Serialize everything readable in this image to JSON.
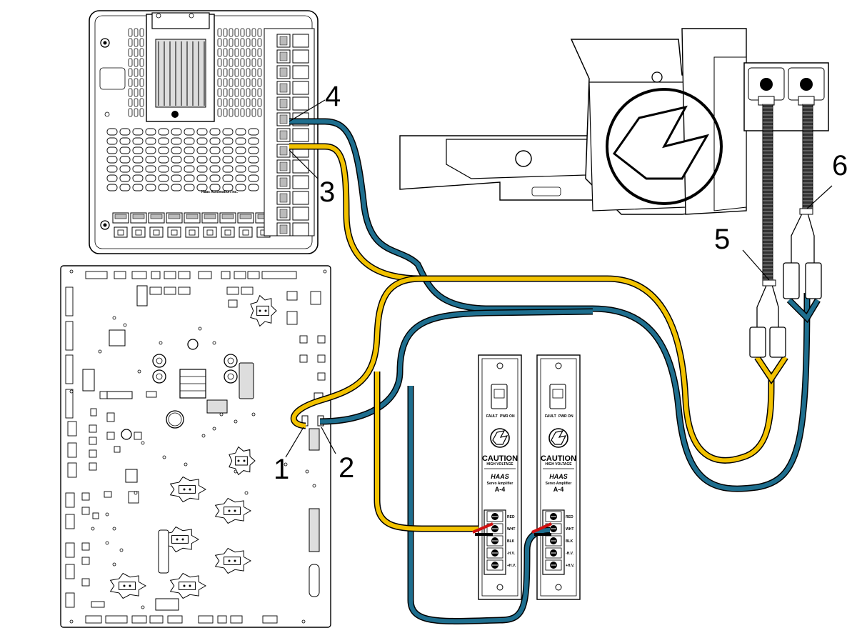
{
  "colors": {
    "cable_yellow": "#f2c200",
    "cable_blue": "#1e6e8e",
    "line": "#000000",
    "paper": "#ffffff"
  },
  "callouts": {
    "c1": "1",
    "c2": "2",
    "c3": "3",
    "c4": "4",
    "c5": "5",
    "c6": "6"
  },
  "control_board": {
    "maker_text": "Haas Automation Inc."
  },
  "amplifiers": [
    {
      "status_labels": [
        "FAULT",
        "PWR ON"
      ],
      "caution": "CAUTION",
      "caution_sub": "HIGH VOLTAGE",
      "brand": "HAAS",
      "product": "Servo Amplifier",
      "model": "A-4",
      "terminals": [
        "RED",
        "WHT",
        "BLK",
        "-H.V.",
        "+H.V."
      ]
    },
    {
      "status_labels": [
        "FAULT",
        "PWR ON"
      ],
      "caution": "CAUTION",
      "caution_sub": "HIGH VOLTAGE",
      "brand": "HAAS",
      "product": "Servo Amplifier",
      "model": "A-4",
      "terminals": [
        "RED",
        "WHT",
        "BLK",
        "-H.V.",
        "+H.V."
      ]
    }
  ],
  "icons": [
    "haas-logo-icon",
    "connector-icon",
    "heatsink-icon"
  ]
}
